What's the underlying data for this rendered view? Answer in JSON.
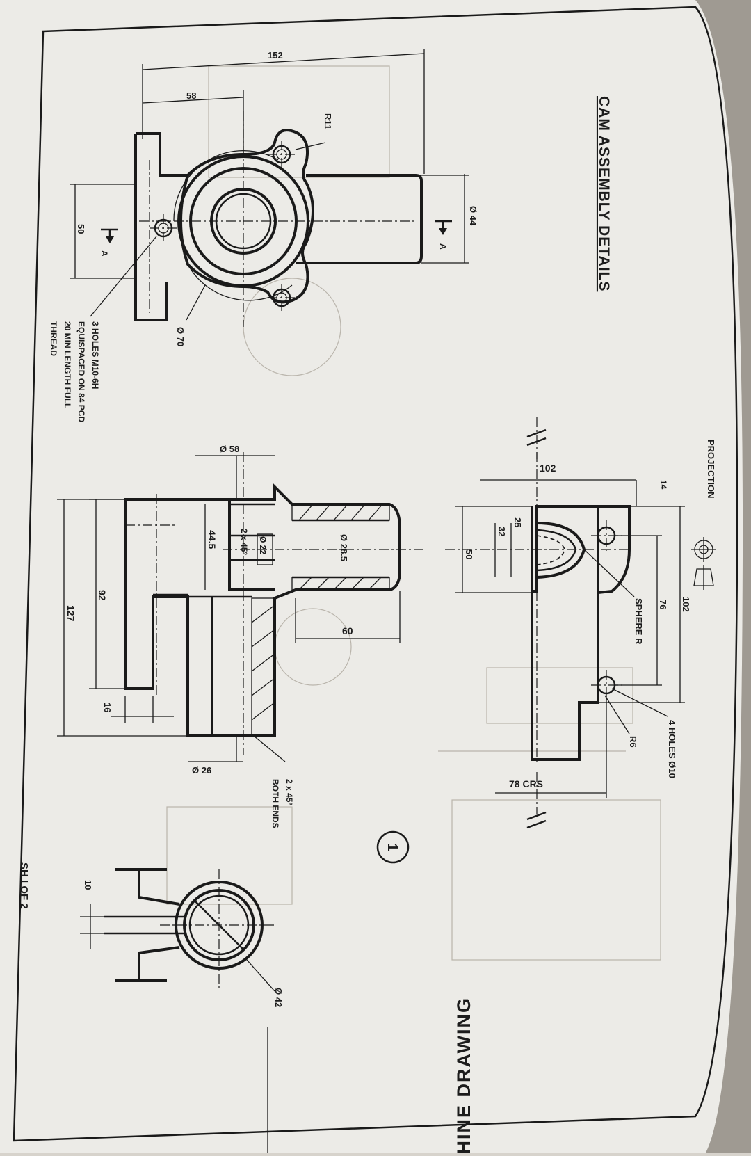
{
  "sheet": {
    "title": "CAM ASSEMBLY DETAILS",
    "book_title": "MACHINE DRAWING",
    "sheet_number": "SH I OF 2",
    "projection_label": "PROJECTION",
    "part_number": "1",
    "projection_symbol": "first-angle-projection-icon"
  },
  "front_view": {
    "dim_152": "152",
    "dim_58": "58",
    "dim_r11": "R11",
    "dim_44": "Ø 44",
    "dim_50": "50",
    "section_a_left": "A",
    "section_a_right": "A",
    "dim_70": "Ø 70",
    "note_line1": "3 HOLES  M10-6H",
    "note_line2": "EQUISPACED ON  84 PCD",
    "note_line3": "20 MIN LENGTH FULL",
    "note_line4": "THREAD"
  },
  "section_view": {
    "dim_58": "Ø 58",
    "dim_22": "Ø 22",
    "chamfer_inner": "2 x 45°",
    "dim_44_5": "44.5",
    "dim_28_5": "Ø 28.5",
    "dim_60": "60",
    "dim_92": "92",
    "dim_127": "127",
    "dim_16": "16",
    "dim_26": "Ø 26",
    "chamfer_ends_1": "2 x 45°",
    "chamfer_ends_2": "BOTH ENDS"
  },
  "plan_view": {
    "dim_102_top": "102",
    "dim_14": "14",
    "dim_102_side": "102",
    "dim_76": "76",
    "dim_sphere": "SPHERE R",
    "dim_4holes": "4 HOLES Ø10",
    "dim_r6": "R6",
    "dim_78": "78 CRS",
    "dim_25": "25",
    "dim_32": "32",
    "dim_50": "50"
  },
  "end_view": {
    "dim_10": "10",
    "dim_42": "Ø 42"
  }
}
